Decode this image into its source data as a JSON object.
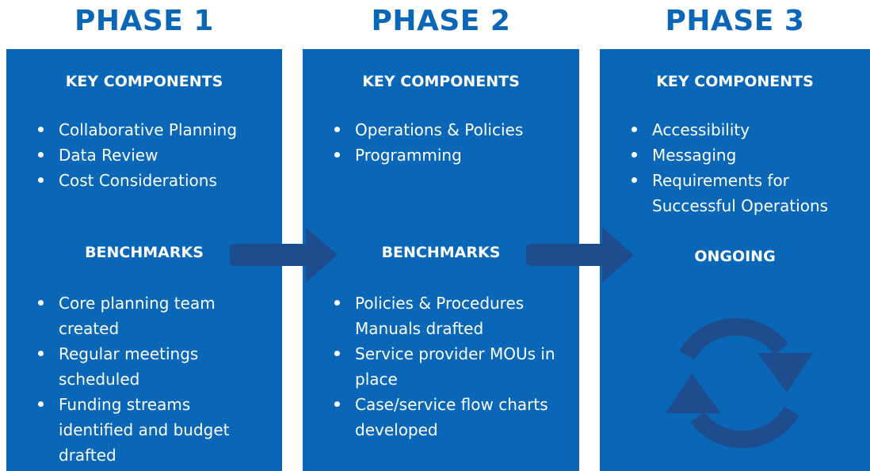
{
  "phases": [
    {
      "title": "PHASE 1",
      "key_heading": "KEY COMPONENTS",
      "key_items": [
        "Collaborative Planning",
        "Data Review",
        "Cost Considerations"
      ],
      "bench_heading": "BENCHMARKS",
      "bench_items": [
        "Core planning team created",
        "Regular meetings scheduled",
        "Funding streams identified and budget drafted"
      ]
    },
    {
      "title": "PHASE 2",
      "key_heading": "KEY COMPONENTS",
      "key_items": [
        "Operations & Policies",
        "Programming"
      ],
      "bench_heading": "BENCHMARKS",
      "bench_items": [
        "Policies & Procedures Manuals drafted",
        "Service provider MOUs in place",
        "Case/service flow charts developed"
      ]
    },
    {
      "title": "PHASE 3",
      "key_heading": "KEY COMPONENTS",
      "key_items": [
        "Accessibility",
        "Messaging",
        "Requirements for Successful Operations"
      ],
      "status_heading": "ONGOING"
    }
  ],
  "colors": {
    "panel": "#0a67b8",
    "title": "#0a67b8",
    "arrow": "#1d4d8e",
    "cycle": "#1d4d8e",
    "text": "#ffffff"
  },
  "icons": {
    "arrow": "right-arrow-icon",
    "cycle": "refresh-cycle-icon"
  }
}
